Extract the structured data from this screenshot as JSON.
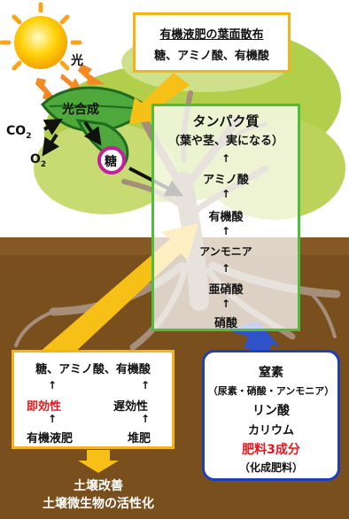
{
  "colors": {
    "sky": "#ffffff",
    "foliage": "#b2cf4c",
    "foliage_light": "#cfe08a",
    "soil": "#7a4f1e",
    "trunk": "#a58e7a",
    "leaf": "#2f8a2a",
    "box_organic_border": "#f4b21b",
    "box_chain_border": "#4dbd3c",
    "box_chemical_border": "#1f3fb5",
    "big_arrow": "#f6c016",
    "blue_arrow": "#2f52c9",
    "accent_red": "#e8151b",
    "sugar_ring": "#c2229b"
  },
  "sun": {
    "label": "光"
  },
  "photosynthesis": {
    "label": "光合成",
    "co2": "CO",
    "co2_sub": "2",
    "o2": "O",
    "o2_sub": "2",
    "sugar": "糖"
  },
  "foliar_box": {
    "title": "有機液肥の葉面散布",
    "items": "糖、アミノ酸、有機酸"
  },
  "chain_box": {
    "title": "タンパク質",
    "subtitle": "（葉や茎、実になる）",
    "steps": [
      "アミノ酸",
      "有機酸",
      "アンモニア",
      "亜硝酸",
      "硝酸"
    ],
    "arrow": "↑"
  },
  "organic_box": {
    "top": "糖、アミノ酸、有機酸",
    "left_effect": "即効性",
    "right_effect": "遅効性",
    "left_source": "有機液肥",
    "right_source": "堆肥",
    "arrow": "↑"
  },
  "chemical_box": {
    "lines": [
      "窒素",
      "（尿素・硝酸・アンモニア）",
      "リン酸",
      "カリウム",
      "肥料3成分",
      "（化成肥料）"
    ]
  },
  "soil_effect": {
    "line1": "土壌改善",
    "line2": "土壌微生物の活性化"
  }
}
